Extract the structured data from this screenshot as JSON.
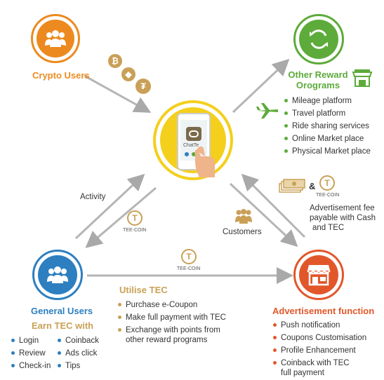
{
  "crypto": {
    "title": "Crypto Users"
  },
  "other": {
    "title_line1": "Other Reward",
    "title_line2": "Orograms",
    "items": [
      "Mileage platform",
      "Travel platform",
      "Ride sharing services",
      "Online Market place",
      "Physical Market place"
    ]
  },
  "center": {
    "app_label": "ChatTe"
  },
  "arrows": {
    "activity": "Activity",
    "customers": "Customers"
  },
  "tec_coin": {
    "symbol": "T",
    "caption": "TEE-COIN"
  },
  "ad_fee": {
    "ampersand": "&",
    "text": [
      "Advertisement fee",
      "payable with Cash",
      "and TEC"
    ]
  },
  "general": {
    "title": "General Users",
    "earn": "Earn TEC with",
    "earn_items": [
      "Login",
      "Coinback",
      "Review",
      "Ads click",
      "Check-in",
      "Tips"
    ]
  },
  "utilise": {
    "title": "Utilise TEC",
    "items": [
      "Purchase e-Coupon",
      "Make full payment with TEC",
      "Exchange with points from|other reward programs"
    ]
  },
  "advert": {
    "title": "Advertisement function",
    "items": [
      "Push notification",
      "Coupons Customisation",
      "Profile Enhancement",
      "Coinback with TEC|full payment"
    ]
  },
  "colors": {
    "orange": "#ec8a1f",
    "green": "#5dab3a",
    "blue": "#2d7fc0",
    "red": "#e2572a",
    "yellow": "#f4cf1c",
    "sand": "#c9a056",
    "arrow": "#b5b5b5"
  }
}
